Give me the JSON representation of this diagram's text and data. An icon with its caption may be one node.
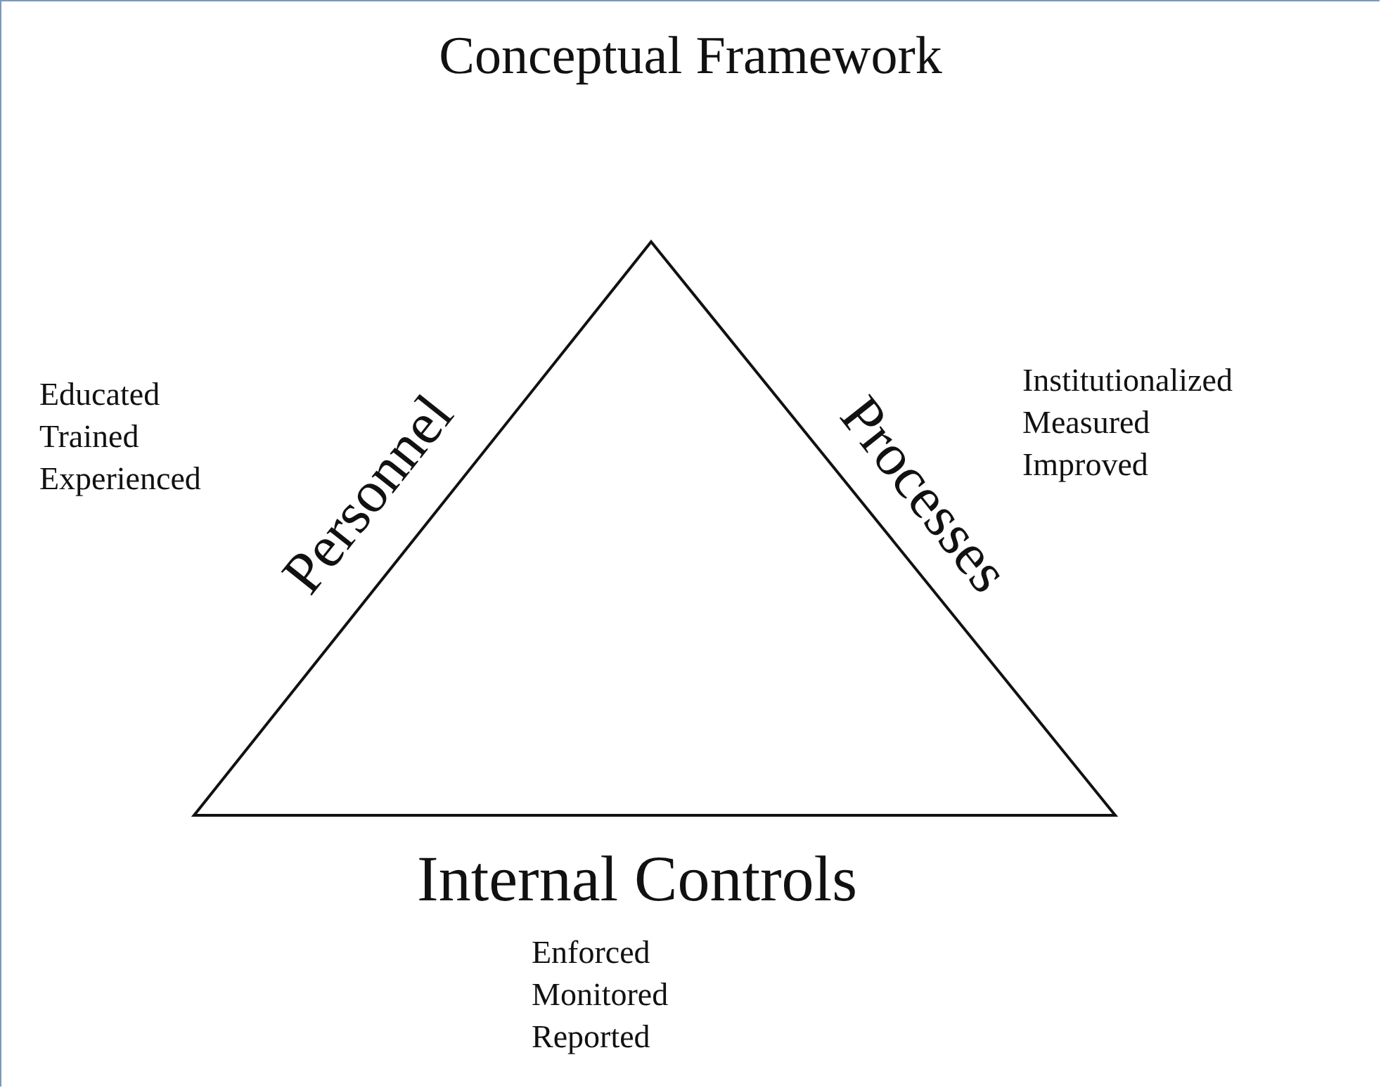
{
  "diagram": {
    "title": "Conceptual Framework",
    "labels": [
      "Educated Trained Experienced",
      "Personnel",
      "Processes",
      "Institutionalized Measured Improved",
      "Internal Controls",
      "Enforced Monitored Reported"
    ]
  }
}
